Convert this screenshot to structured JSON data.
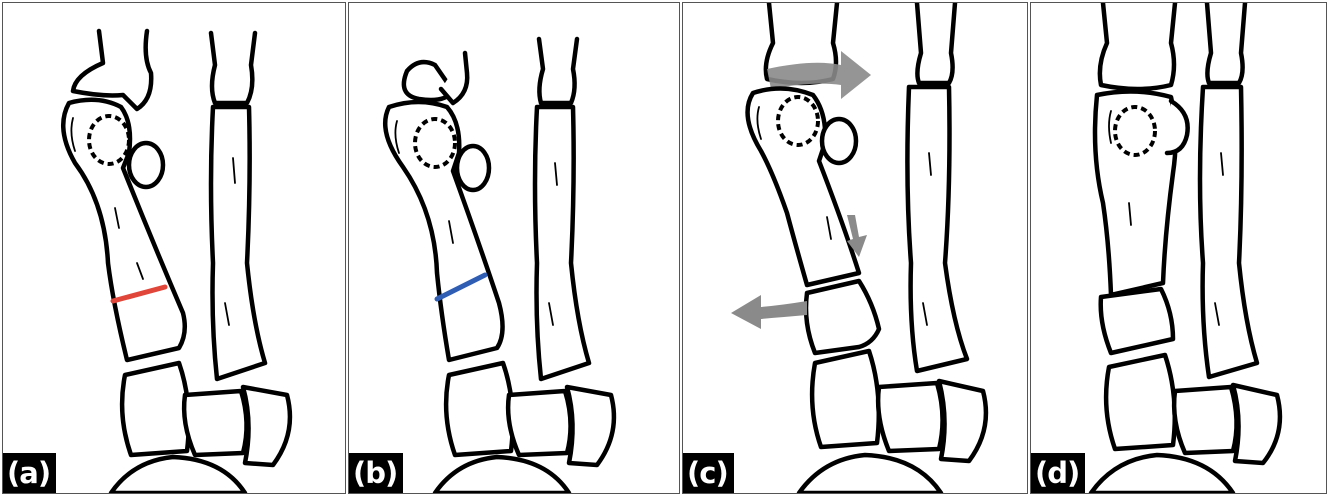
{
  "colors": {
    "osteotomy_red": "#e0463a",
    "osteotomy_blue": "#2e5db3",
    "arrow_gray": "#8a8a8a",
    "label_background": "#000000",
    "label_text": "#ffffff"
  },
  "panels": [
    {
      "label": "(a)",
      "cut_line": "red"
    },
    {
      "label": "(b)",
      "cut_line": "blue"
    },
    {
      "label": "(c)",
      "arrows": [
        "right",
        "down",
        "left"
      ]
    },
    {
      "label": "(d)"
    }
  ]
}
